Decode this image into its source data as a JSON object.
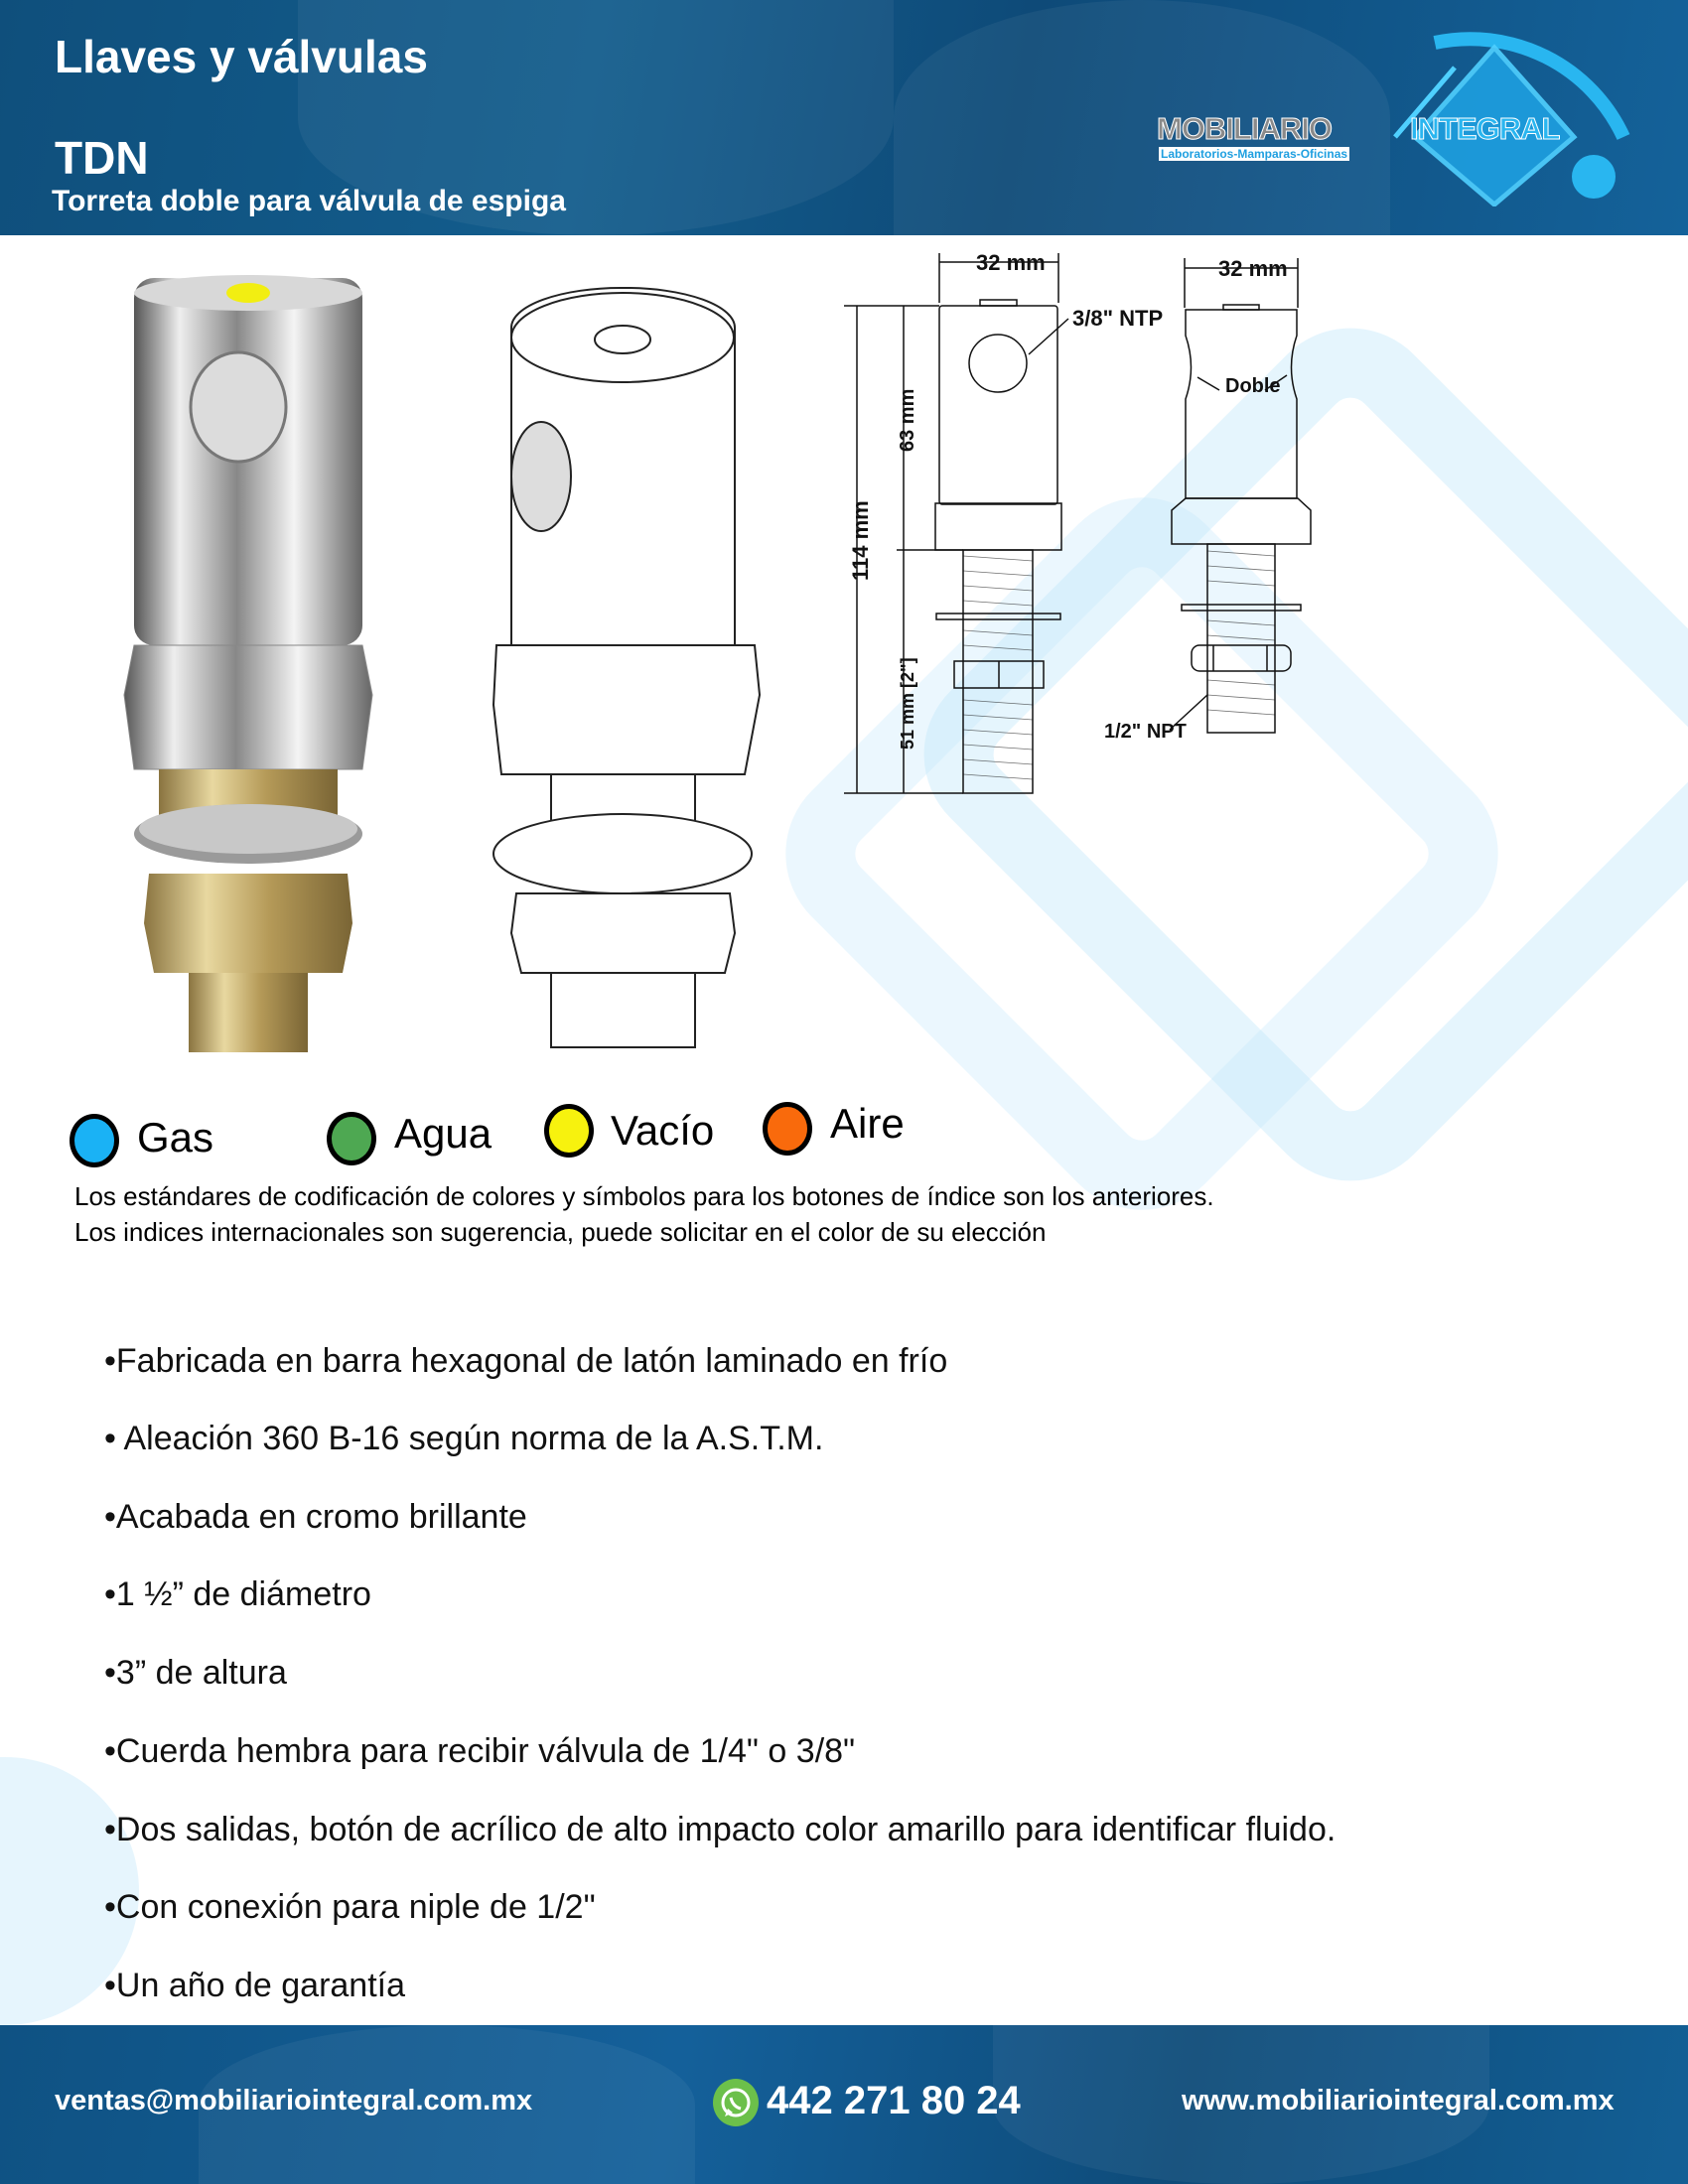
{
  "header": {
    "category": "Llaves y válvulas",
    "model": "TDN",
    "subtitle": "Torreta doble para válvula de espiga"
  },
  "logo": {
    "word1": "MOBILIARIO",
    "word2": "INTEGRAL",
    "tagline": "Laboratorios-Mamparas-Oficinas"
  },
  "drawing": {
    "front_width": "32 mm",
    "side_width": "32 mm",
    "outlet_label": "3/8\" NTP",
    "double_label": "Doble",
    "total_height": "114 mm",
    "body_height": "63 mm",
    "thread_length": "51 mm [2\"]",
    "thread_label": "1/2\" NPT"
  },
  "legend": {
    "items": [
      {
        "label": "Gas",
        "color": "#1ab2f5"
      },
      {
        "label": "Agua",
        "color": "#4ea852"
      },
      {
        "label": "Vacío",
        "color": "#f7f20e"
      },
      {
        "label": "Aire",
        "color": "#f96a0c"
      }
    ],
    "note_line1": "Los estándares de codificación de colores y símbolos para los botones de índice son los anteriores.",
    "note_line2": "Los indices internacionales son sugerencia, puede solicitar en el color de su elección"
  },
  "features": [
    "•Fabricada en barra hexagonal de latón laminado en frío",
    "• Aleación 360 B-16 según norma de la A.S.T.M.",
    "•Acabada en cromo brillante",
    "•1 ½” de diámetro",
    "•3” de altura",
    "•Cuerda hembra para recibir válvula de 1/4\" o 3/8\"",
    "•Dos salidas, botón de acrílico de alto impacto color amarillo para identificar fluido.",
    "•Con conexión para niple de 1/2\"",
    "•Un año de garantía"
  ],
  "footer": {
    "email": "ventas@mobiliariointegral.com.mx",
    "phone": "442 271 80 24",
    "website": "www.mobiliariointegral.com.mx",
    "phone_icon": "whatsapp-icon"
  }
}
